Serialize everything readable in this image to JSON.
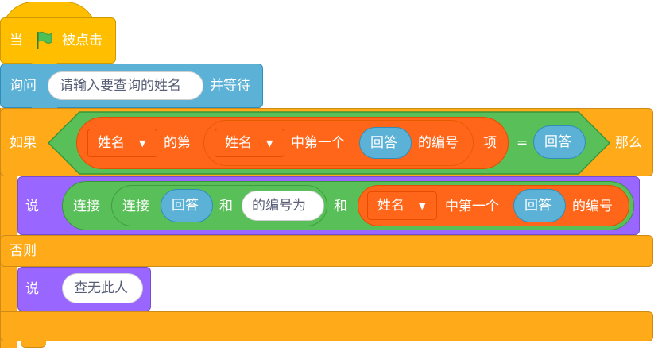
{
  "hat": {
    "when": "当",
    "flag_icon": "green-flag-icon",
    "clicked": "被点击"
  },
  "ask": {
    "label": "询问",
    "question": "请输入要查询的姓名",
    "wait": "并等待"
  },
  "if_else": {
    "if_label": "如果",
    "then_label": "那么",
    "else_label": "否则",
    "condition": {
      "item_of": {
        "list_name": "姓名",
        "of_label": "的第",
        "index": {
          "list_name": "姓名",
          "first_label": "中第一个",
          "value": "回答",
          "number_label": "的编号"
        },
        "item_label": "项"
      },
      "equals": "=",
      "right": "回答"
    }
  },
  "say1": {
    "label": "说",
    "join_outer": "连接",
    "join_inner": "连接",
    "answer": "回答",
    "and1": "和",
    "text": "的编号为",
    "and2": "和",
    "list_name": "姓名",
    "first_label": "中第一个",
    "value": "回答",
    "number_label": "的编号"
  },
  "say2": {
    "label": "说",
    "text": "查无此人"
  },
  "colors": {
    "events": "#ffbf00",
    "sensing": "#5cb1d6",
    "control": "#ffab19",
    "looks": "#9966ff",
    "operators": "#59c059",
    "lists": "#ff661a"
  }
}
